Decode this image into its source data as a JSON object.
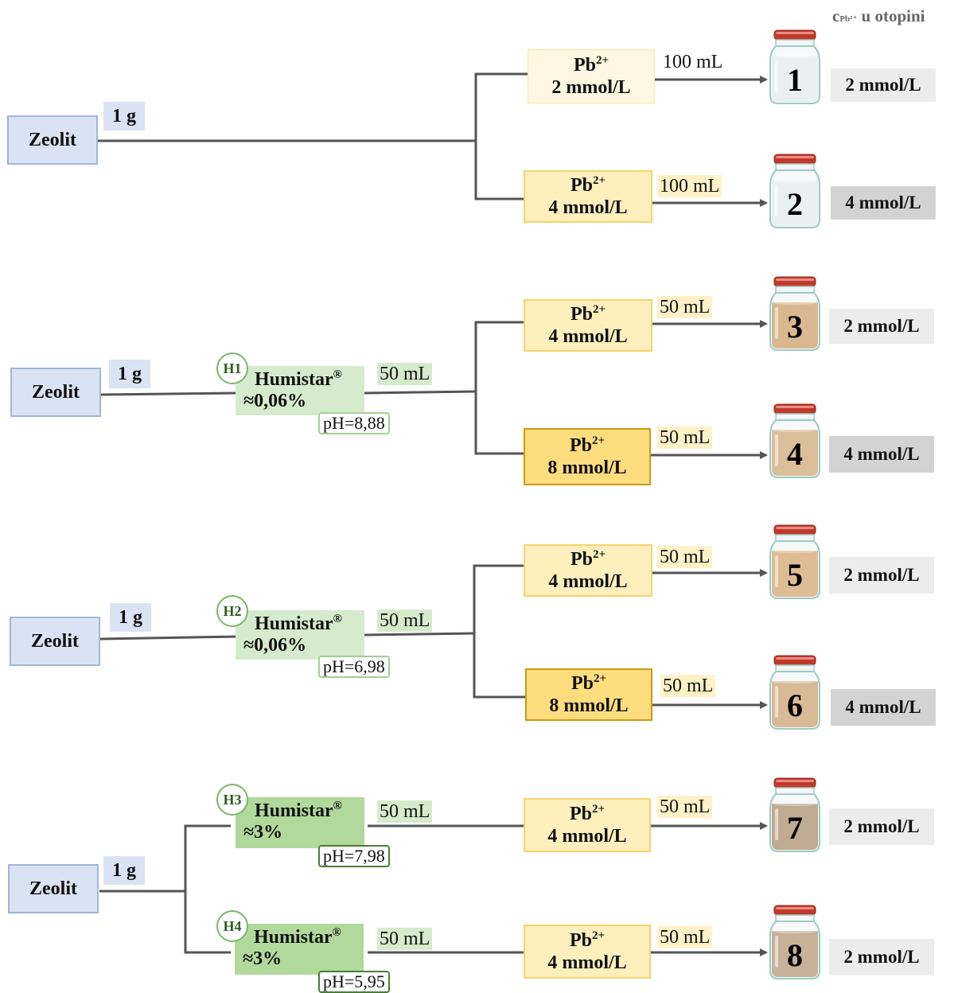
{
  "legend": {
    "c": "c",
    "sub": "Pb²⁺",
    "rest": " u otopini"
  },
  "zeolit_label": "Zeolit",
  "mass_label": "1 g",
  "pb_label": "Pb",
  "pb_charge": "2+",
  "humistar_label": "Humistar",
  "reg_mark": "®",
  "circles": [
    "H1",
    "H2",
    "H3",
    "H4"
  ],
  "humistar_conc": [
    "≈0,06%",
    "≈0,06%",
    "≈3%",
    "≈3%"
  ],
  "ph_values": [
    "pH=8,88",
    "pH=6,98",
    "pH=7,98",
    "pH=5,95"
  ],
  "humistar_volume": "50 mL",
  "pb_solutions": [
    {
      "conc": "2 mmol/L",
      "volume": "100 mL"
    },
    {
      "conc": "4 mmol/L",
      "volume": "100 mL"
    },
    {
      "conc": "4 mmol/L",
      "volume": "50 mL"
    },
    {
      "conc": "8 mmol/L",
      "volume": "50 mL"
    },
    {
      "conc": "4 mmol/L",
      "volume": "50 mL"
    },
    {
      "conc": "8 mmol/L",
      "volume": "50 mL"
    },
    {
      "conc": "4 mmol/L",
      "volume": "50 mL"
    },
    {
      "conc": "4 mmol/L",
      "volume": "50 mL"
    }
  ],
  "jars": [
    {
      "number": "1",
      "result": "2 mmol/L",
      "liquid": "#e9eff0"
    },
    {
      "number": "2",
      "result": "4 mmol/L",
      "liquid": "#e9eff0"
    },
    {
      "number": "3",
      "result": "2 mmol/L",
      "liquid": "#d7b48a"
    },
    {
      "number": "4",
      "result": "4 mmol/L",
      "liquid": "#d9bb95"
    },
    {
      "number": "5",
      "result": "2 mmol/L",
      "liquid": "#dcb98e"
    },
    {
      "number": "6",
      "result": "4 mmol/L",
      "liquid": "#d6b690"
    },
    {
      "number": "7",
      "result": "2 mmol/L",
      "liquid": "#bda58b"
    },
    {
      "number": "8",
      "result": "2 mmol/L",
      "liquid": "#c4ad93"
    }
  ],
  "colors": {
    "line": "#555555",
    "lid": "#c0392b",
    "glass": "#9fc9c3"
  }
}
